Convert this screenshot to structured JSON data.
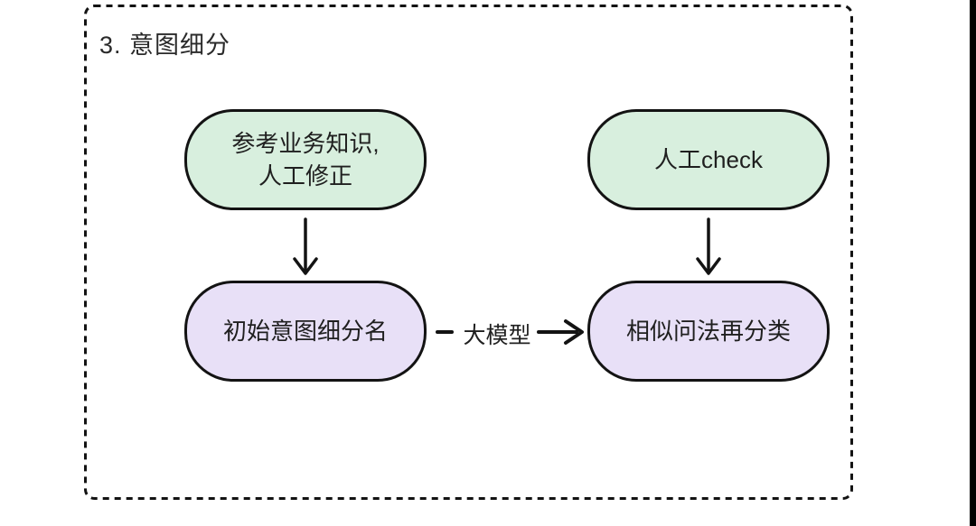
{
  "diagram": {
    "title": "3. 意图细分",
    "nodes": [
      {
        "id": "reference-knowledge",
        "label": "参考业务知识,\n人工修正",
        "fill": "#d8efde"
      },
      {
        "id": "manual-check",
        "label": "人工check",
        "fill": "#d8efde"
      },
      {
        "id": "initial-intent-names",
        "label": "初始意图细分名",
        "fill": "#e8e0f7"
      },
      {
        "id": "similar-question-reclassify",
        "label": "相似问法再分类",
        "fill": "#e8e0f7"
      }
    ],
    "edges": [
      {
        "from": "reference-knowledge",
        "to": "initial-intent-names",
        "type": "arrow-down"
      },
      {
        "from": "manual-check",
        "to": "similar-question-reclassify",
        "type": "arrow-down"
      },
      {
        "from": "initial-intent-names",
        "to": "similar-question-reclassify",
        "type": "arrow-right",
        "label": "大模型"
      }
    ],
    "colors": {
      "node_green_fill": "#d8efde",
      "node_purple_fill": "#e8e0f7",
      "stroke": "#131313",
      "background": "#ffffff",
      "right_edge_bar": "#000000"
    }
  }
}
